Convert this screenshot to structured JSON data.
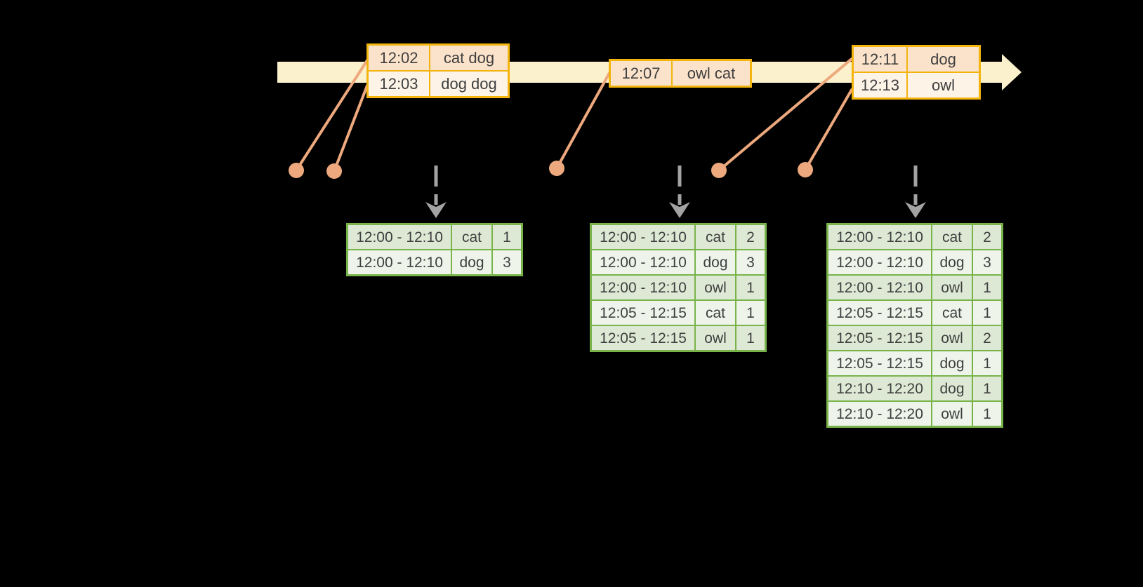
{
  "colors": {
    "background": "#000000",
    "timeline_fill": "#fcf1cd",
    "event_border": "#f3b40e",
    "event_row_odd_bg": "#fbe3cb",
    "event_row_even_bg": "#fdf3e7",
    "result_border": "#79b44a",
    "result_row_odd_bg": "#dde9d5",
    "result_row_even_bg": "#eef4ea",
    "connector": "#eda97d",
    "trigger_arrow": "#a3a3a3",
    "text": "#3f3f3f"
  },
  "event_tables": [
    {
      "rows": [
        [
          "12:02",
          "cat dog"
        ],
        [
          "12:03",
          "dog dog"
        ]
      ]
    },
    {
      "rows": [
        [
          "12:07",
          "owl cat"
        ]
      ]
    },
    {
      "rows": [
        [
          "12:11",
          "dog"
        ],
        [
          "12:13",
          "owl"
        ]
      ]
    }
  ],
  "result_tables": [
    {
      "rows": [
        [
          "12:00 - 12:10",
          "cat",
          "1"
        ],
        [
          "12:00 - 12:10",
          "dog",
          "3"
        ]
      ]
    },
    {
      "rows": [
        [
          "12:00 - 12:10",
          "cat",
          "2"
        ],
        [
          "12:00 - 12:10",
          "dog",
          "3"
        ],
        [
          "12:00 - 12:10",
          "owl",
          "1"
        ],
        [
          "12:05 - 12:15",
          "cat",
          "1"
        ],
        [
          "12:05 - 12:15",
          "owl",
          "1"
        ]
      ]
    },
    {
      "rows": [
        [
          "12:00 - 12:10",
          "cat",
          "2"
        ],
        [
          "12:00 - 12:10",
          "dog",
          "3"
        ],
        [
          "12:00 - 12:10",
          "owl",
          "1"
        ],
        [
          "12:05 - 12:15",
          "cat",
          "1"
        ],
        [
          "12:05 - 12:15",
          "owl",
          "2"
        ],
        [
          "12:05 - 12:15",
          "dog",
          "1"
        ],
        [
          "12:10 - 12:20",
          "dog",
          "1"
        ],
        [
          "12:10 - 12:20",
          "owl",
          "1"
        ]
      ]
    }
  ]
}
